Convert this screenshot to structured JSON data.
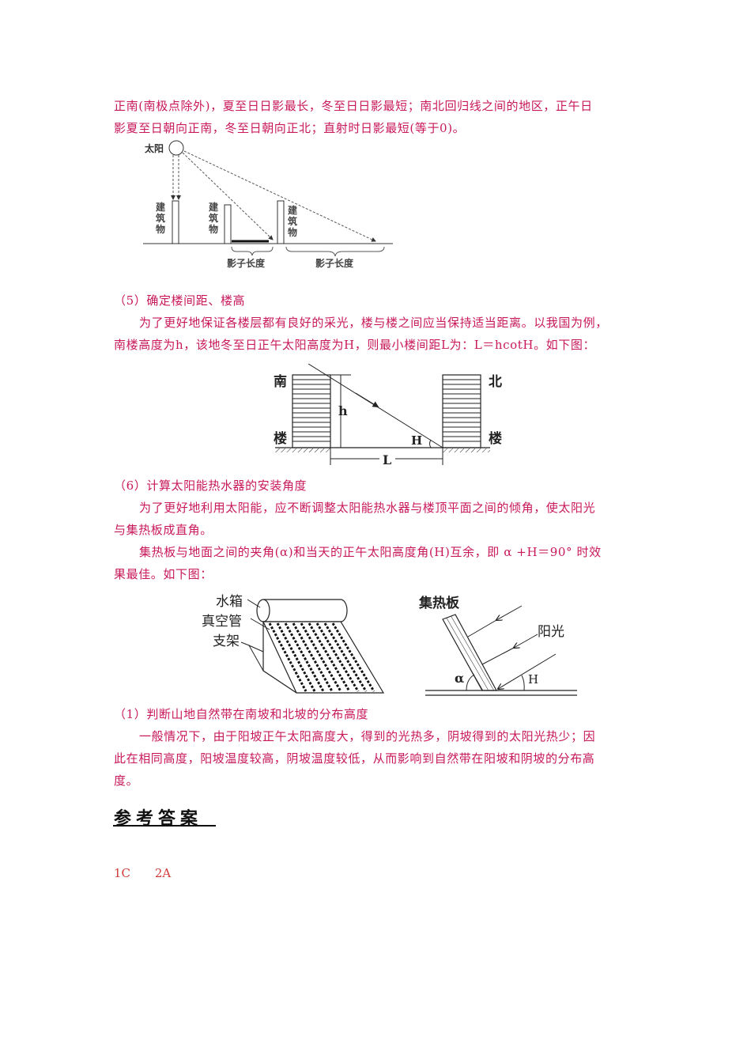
{
  "colors": {
    "body_text": "#c8185a",
    "answer_text": "#d03a3a",
    "heading_black": "#111111"
  },
  "intro": {
    "line1": "正南(南极点除外)，夏至日日影最长，冬至日日影最短；南北回归线之间的地区，正午日",
    "line2": "影夏至日朝向正南，冬至日朝向正北；直射时日影最短(等于0)。"
  },
  "figure_shadow": {
    "sun_label": "太阳",
    "building_label": [
      "建",
      "筑",
      "物"
    ],
    "shadow_label_1": "影子长度",
    "shadow_label_2": "影子长度"
  },
  "section5": {
    "heading": "（5）确定楼间距、楼高",
    "para_line1": "为了更好地保证各楼层都有良好的采光，楼与楼之间应当保持适当距离。以我国为例，",
    "para_line2": "南楼高度为h，该地冬至日正午太阳高度为H，则最小楼间距L为：L＝hcotH。如下图："
  },
  "figure_buildings": {
    "south_1": "南",
    "south_2": "楼",
    "north_1": "北",
    "north_2": "楼",
    "h": "h",
    "H": "H",
    "L": "L"
  },
  "section6": {
    "heading": "（6）计算太阳能热水器的安装角度",
    "para1_line1": "为了更好地利用太阳能，应不断调整太阳能热水器与楼顶平面之间的倾角，使太阳光",
    "para1_line2": "与集热板成直角。",
    "para2_line1": "集热板与地面之间的夹角(α)和当天的正午太阳高度角(H)互余，即 α +H＝90° 时效",
    "para2_line2": "果最佳。如下图："
  },
  "figure_heater": {
    "tank": "水箱",
    "tube": "真空管",
    "frame": "支架"
  },
  "figure_panel": {
    "panel": "集热板",
    "sunlight": "阳光",
    "alpha": "α",
    "H": "H"
  },
  "section1": {
    "heading": "（1）判断山地自然带在南坡和北坡的分布高度",
    "para_line1": "一般情况下，由于阳坡正午太阳高度大，得到的光热多，阴坡得到的太阳光热少；因",
    "para_line2": "此在相同高度，阳坡温度较高，阴坡温度较低，从而影响到自然带在阳坡和阴坡的分布高",
    "para_line3": "度。"
  },
  "answers": {
    "title": "参考答案",
    "items": [
      "1C",
      "2A"
    ]
  }
}
